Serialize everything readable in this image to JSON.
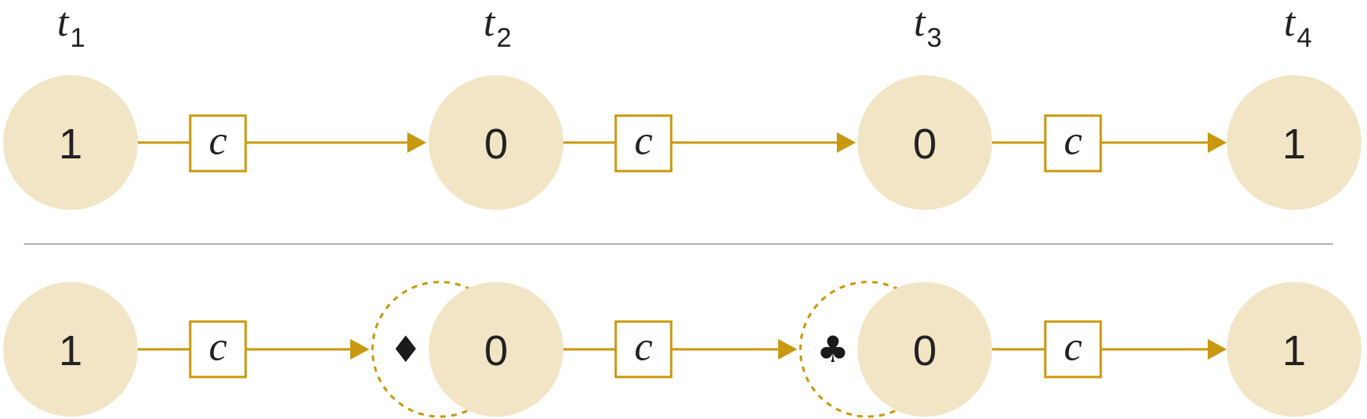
{
  "colors": {
    "node_fill": "#f2e5c6",
    "edge": "#c9980e",
    "text": "#222222",
    "divider": "#9a9a9a"
  },
  "time_labels": [
    {
      "base": "t",
      "sub": "1"
    },
    {
      "base": "t",
      "sub": "2"
    },
    {
      "base": "t",
      "sub": "3"
    },
    {
      "base": "t",
      "sub": "4"
    }
  ],
  "rows": [
    {
      "nodes": [
        "1",
        "0",
        "0",
        "1"
      ],
      "ops": [
        "c",
        "c",
        "c"
      ],
      "markers": [
        null,
        null
      ]
    },
    {
      "nodes": [
        "1",
        "0",
        "0",
        "1"
      ],
      "ops": [
        "c",
        "c",
        "c"
      ],
      "markers": [
        "♦",
        "♣"
      ]
    }
  ]
}
